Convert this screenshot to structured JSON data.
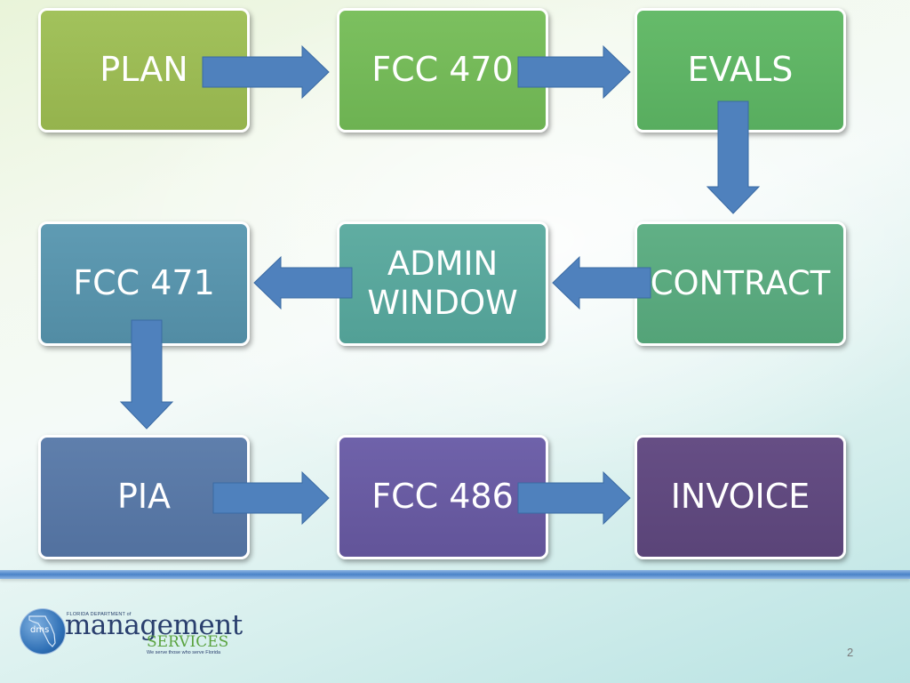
{
  "flowchart": {
    "steps": [
      {
        "id": "plan",
        "label": "PLAN",
        "color": "#9bbb55"
      },
      {
        "id": "fcc470",
        "label": "FCC 470",
        "color": "#76b959"
      },
      {
        "id": "evals",
        "label": "EVALS",
        "color": "#5fb465"
      },
      {
        "id": "fcc471",
        "label": "FCC 471",
        "color": "#5894ad"
      },
      {
        "id": "admin_window",
        "label": "ADMIN\nWINDOW",
        "color": "#5aa79c"
      },
      {
        "id": "contract",
        "label": "CONTRACT",
        "color": "#5aaa7f"
      },
      {
        "id": "pia",
        "label": "PIA",
        "color": "#5878a6"
      },
      {
        "id": "fcc486",
        "label": "FCC 486",
        "color": "#695ba2"
      },
      {
        "id": "invoice",
        "label": "INVOICE",
        "color": "#604a7f"
      }
    ],
    "connections": [
      {
        "from": "plan",
        "to": "fcc470"
      },
      {
        "from": "fcc470",
        "to": "evals"
      },
      {
        "from": "evals",
        "to": "contract"
      },
      {
        "from": "contract",
        "to": "admin_window"
      },
      {
        "from": "admin_window",
        "to": "fcc471"
      },
      {
        "from": "fcc471",
        "to": "pia"
      },
      {
        "from": "pia",
        "to": "fcc486"
      },
      {
        "from": "fcc486",
        "to": "invoice"
      }
    ],
    "arrow_color": "#4f81bd"
  },
  "footer": {
    "logo": {
      "badge": "dms",
      "small_text": "FLORIDA DEPARTMENT of",
      "name": "management",
      "services": "SERVICES",
      "tagline": "We serve those who serve Florida"
    },
    "page_number": "2"
  }
}
